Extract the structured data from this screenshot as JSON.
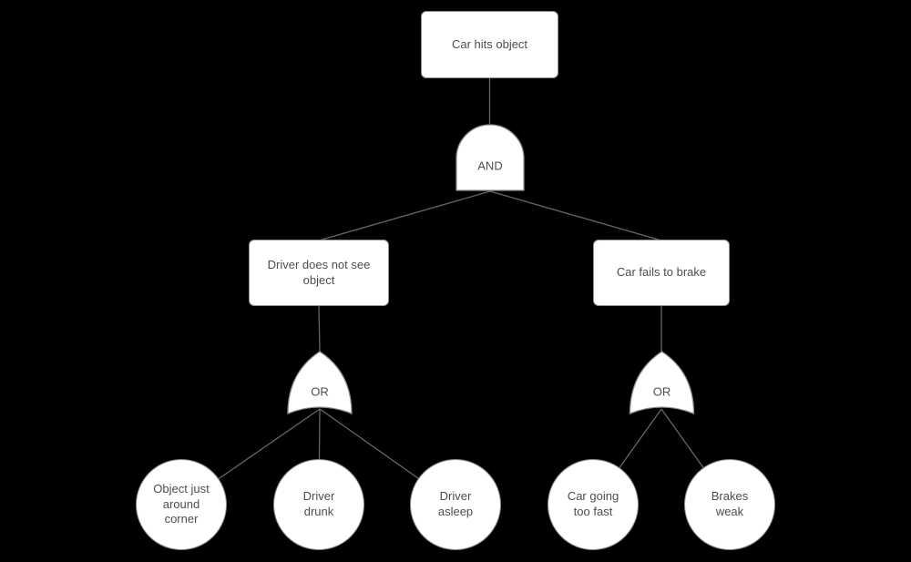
{
  "colors": {
    "background": "#000000",
    "shape_fill": "#ffffff",
    "shape_stroke": "#8f8f8f",
    "connector": "#666666",
    "text": "#4d4d4d"
  },
  "nodes": {
    "top_event": {
      "label": "Car hits object"
    },
    "and_gate": {
      "label": "AND"
    },
    "intermediate_left": {
      "label": "Driver does not see\nobject"
    },
    "intermediate_right": {
      "label": "Car fails to brake"
    },
    "or_gate_left": {
      "label": "OR"
    },
    "or_gate_right": {
      "label": "OR"
    },
    "basic_events": [
      {
        "label": "Object just\naround\ncorner"
      },
      {
        "label": "Driver\ndrunk"
      },
      {
        "label": "Driver\nasleep"
      },
      {
        "label": "Car going\ntoo fast"
      },
      {
        "label": "Brakes\nweak"
      }
    ]
  }
}
